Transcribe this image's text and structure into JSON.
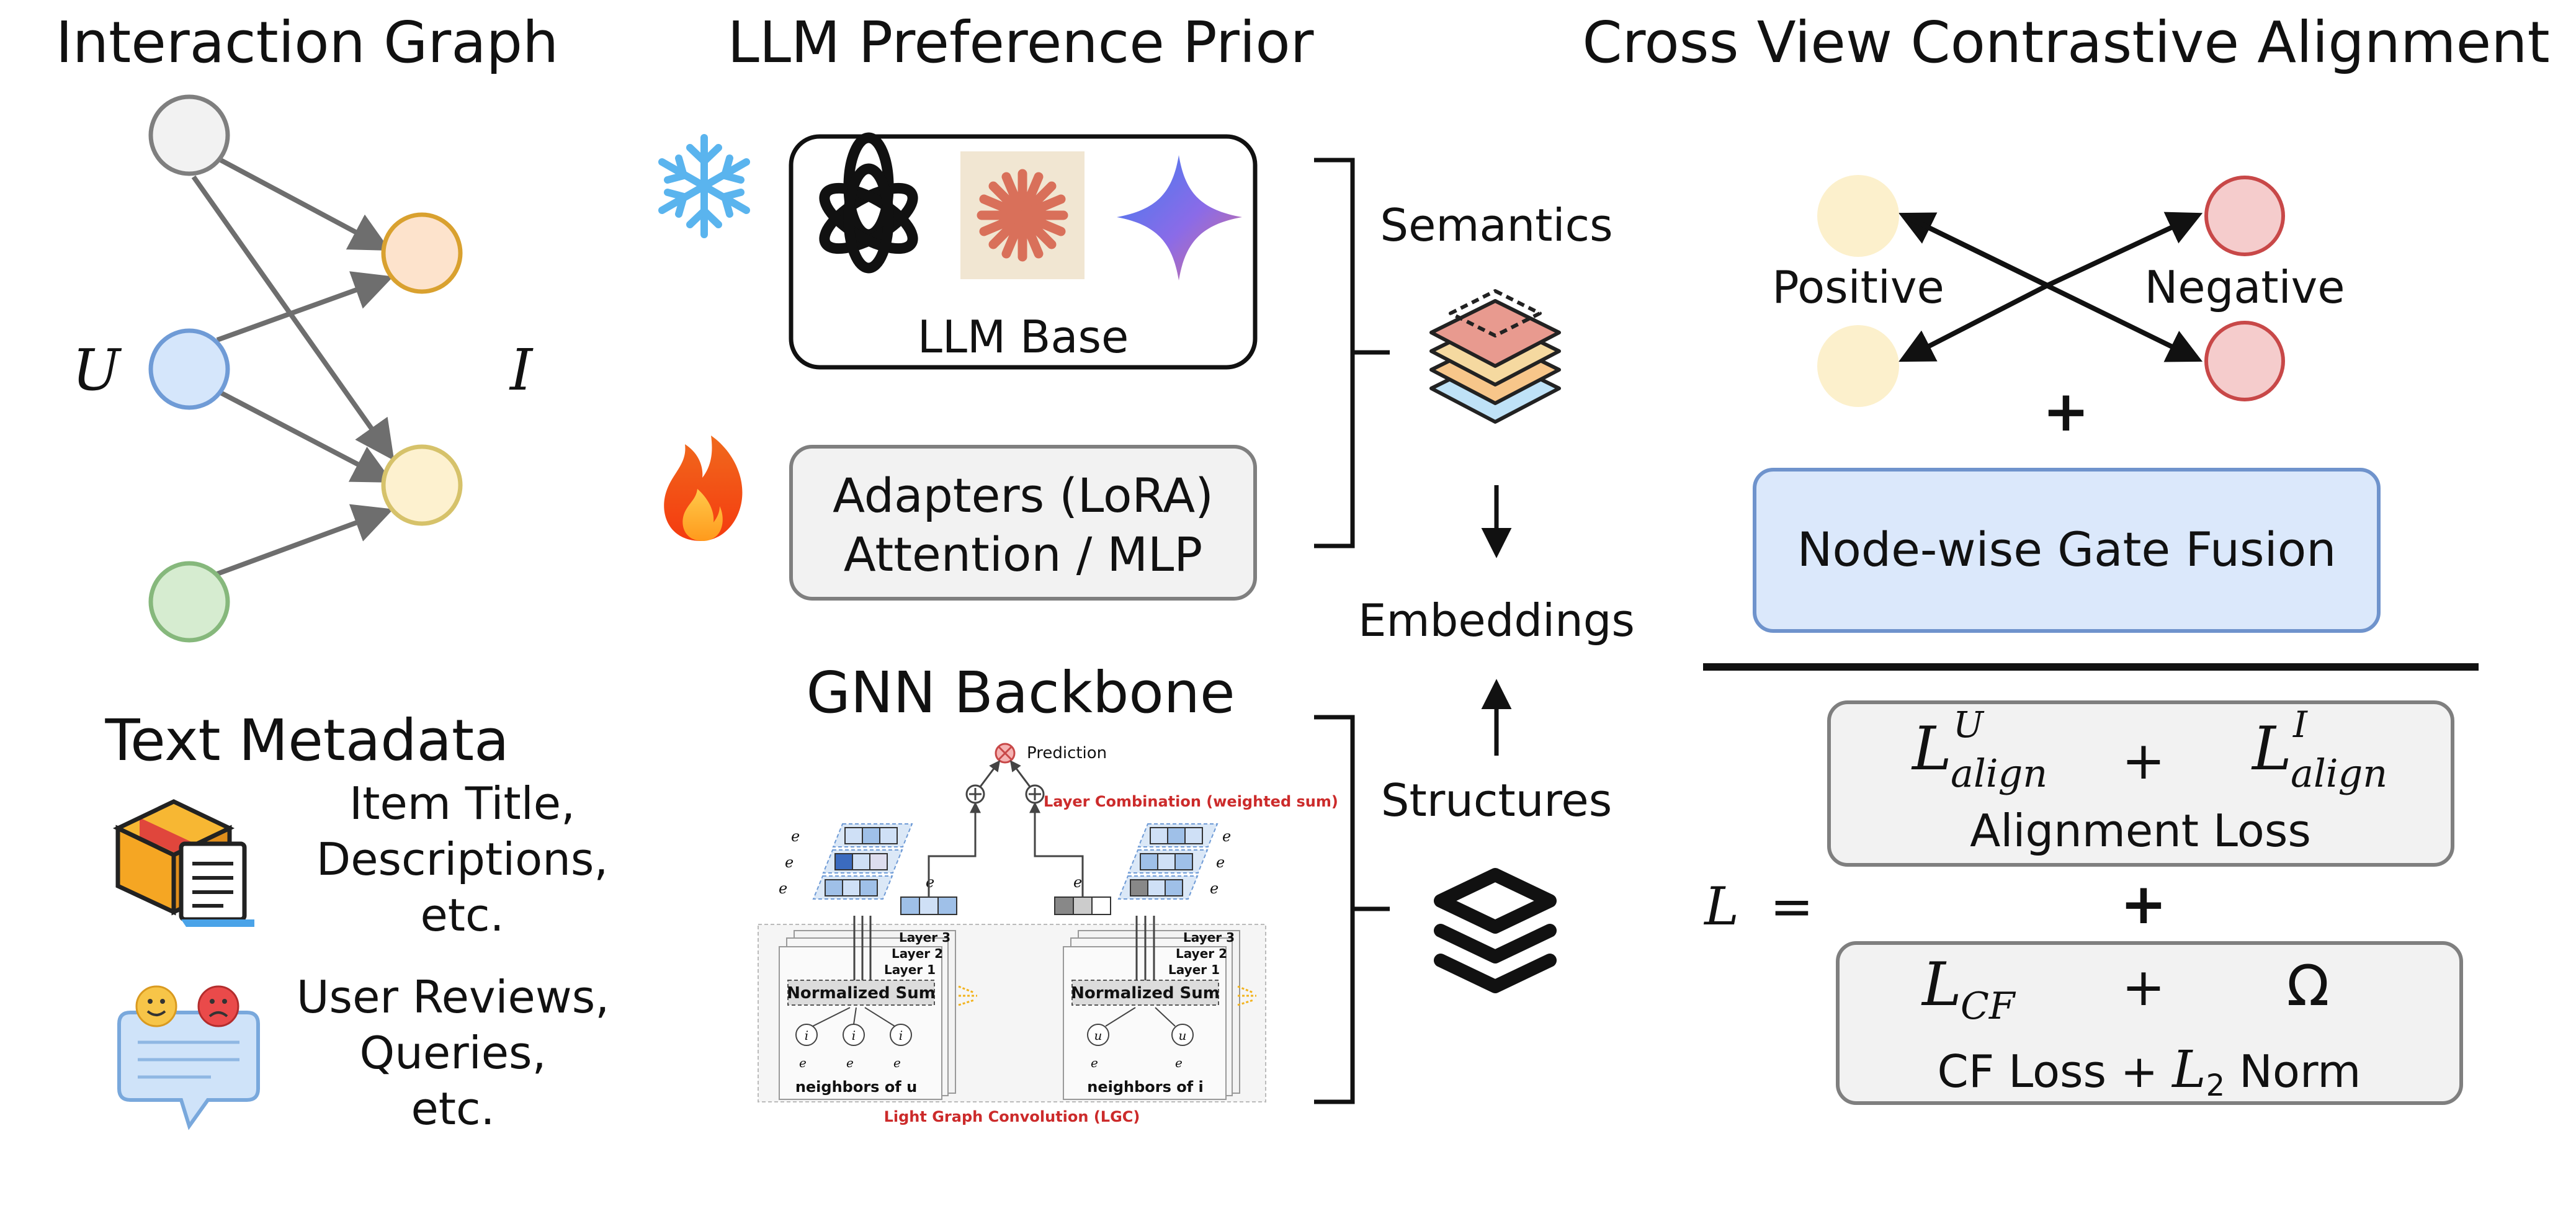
{
  "headers": {
    "interaction_graph": "Interaction Graph",
    "llm_prior": "LLM Preference Prior",
    "cross_view": "Cross View Contrastive Alignment",
    "text_metadata": "Text Metadata",
    "gnn_backbone": "GNN Backbone"
  },
  "graph": {
    "user_label": "U",
    "item_label": "I"
  },
  "llm": {
    "base_label": "LLM Base",
    "adapters_line1": "Adapters (LoRA)",
    "adapters_line2": "Attention / MLP"
  },
  "middle": {
    "semantics": "Semantics",
    "embeddings": "Embeddings",
    "structures": "Structures"
  },
  "metadata": {
    "item_text": [
      "Item Title,",
      "Descriptions,",
      "etc."
    ],
    "user_text": [
      "User Reviews,",
      "Queries,",
      "etc."
    ]
  },
  "gnn": {
    "prediction": "Prediction",
    "layer_combination": "Layer Combination (weighted sum)",
    "lgc": "Light Graph Convolution (LGC)",
    "normalized_sum": "Normalized Sum",
    "layer1": "Layer 1",
    "layer2": "Layer 2",
    "layer3": "Layer 3",
    "neighbors_u": "neighbors of u",
    "neighbors_i": "neighbors of i",
    "node_i": "i",
    "node_u": "u",
    "embedding_symbol": "e"
  },
  "alignment": {
    "positive": "Positive",
    "negative": "Negative",
    "plus": "+",
    "gate_fusion": "Node-wise Gate Fusion",
    "loss_symbol": "L",
    "equals": "=",
    "align_sub": "align",
    "sup_u": "U",
    "sup_i": "I",
    "alignment_loss": "Alignment Loss",
    "cf_sub": "CF",
    "omega": "Ω",
    "cf_loss_prefix": "CF Loss + ",
    "l2_sub": "2",
    "norm_suffix": " Norm"
  },
  "colors": {
    "user_node": "#d5e6fb",
    "user_stroke": "#6f9bd6",
    "item_orange": "#fde3cc",
    "item_orange_stroke": "#d9a12f",
    "item_yellow": "#fdf1cf",
    "item_yellow_stroke": "#d6c26a",
    "green_node": "#d6ecd0",
    "green_stroke": "#86b87c",
    "grey_node": "#f2f2f2",
    "grey_stroke": "#7f7f7f",
    "gate_fill": "#dbe8fb",
    "gate_stroke": "#6f93cc",
    "negative_fill": "#f5cccc",
    "negative_stroke": "#c84848",
    "positive_fill": "#fcf0cc",
    "red_text": "#cc2b2b"
  }
}
